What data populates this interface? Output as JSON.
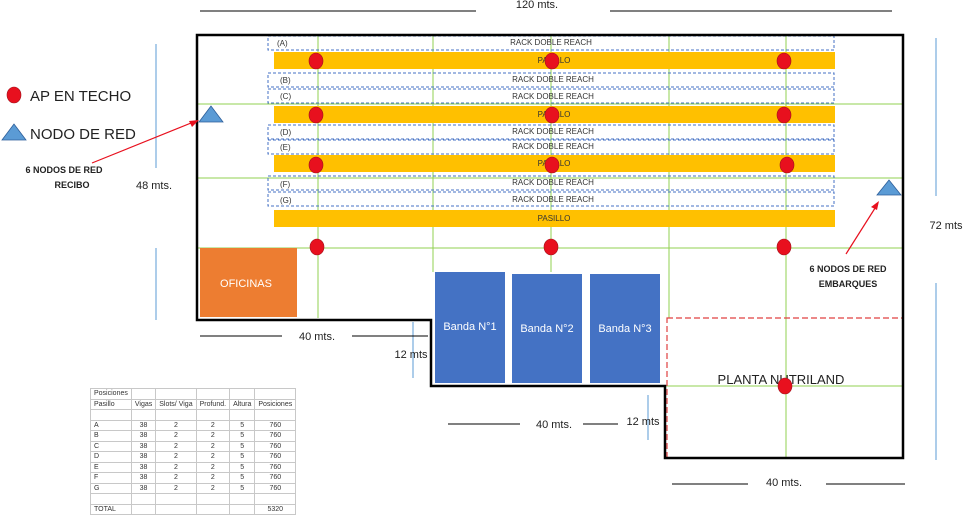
{
  "dimensions": {
    "top_width": "120 mts.",
    "left_height": "48 mts.",
    "right_height": "72 mts",
    "offices_width": "40 mts.",
    "bands_step": "12 mts",
    "bands_width": "40 mts.",
    "plant_step": "12 mts",
    "plant_width": "40 mts."
  },
  "legend": {
    "ap_label": "AP EN TECHO",
    "node_label": "NODO DE RED",
    "ap_color": "#e8101e",
    "node_color": "#5b9bd5"
  },
  "callouts": {
    "receiving": [
      "6 NODOS DE RED",
      "RECIBO"
    ],
    "shipping": [
      "6 NODOS DE RED",
      "EMBARQUES"
    ]
  },
  "racks": [
    {
      "letter": "(A)",
      "label": "RACK DOBLE REACH"
    },
    {
      "letter": "(B)",
      "label": "RACK DOBLE REACH"
    },
    {
      "letter": "(C)",
      "label": "RACK DOBLE REACH"
    },
    {
      "letter": "(D)",
      "label": "RACK DOBLE REACH"
    },
    {
      "letter": "(E)",
      "label": "RACK DOBLE REACH"
    },
    {
      "letter": "(F)",
      "label": "RACK DOBLE REACH"
    },
    {
      "letter": "(G)",
      "label": "RACK DOBLE REACH"
    }
  ],
  "aisles": [
    "PASILLO",
    "PASILLO",
    "PASILLO",
    "PASILLO"
  ],
  "areas": {
    "offices": "OFICINAS",
    "bands": [
      "Banda N°1",
      "Banda N°2",
      "Banda N°3"
    ],
    "plant": "PLANTA NUTRILAND"
  },
  "colors": {
    "aisle": "#ffc000",
    "offices": "#ed7d31",
    "band": "#4472c4",
    "plant_border": "#e04040",
    "grid": "#92d050",
    "rack_border": "#4472c4"
  },
  "table": {
    "caption": "Posiciones",
    "headers": [
      "Pasillo",
      "Vigas",
      "Slots/ Viga",
      "Profund.",
      "Altura",
      "Posiciones"
    ],
    "rows": [
      [
        "A",
        "38",
        "2",
        "2",
        "5",
        "760"
      ],
      [
        "B",
        "38",
        "2",
        "2",
        "5",
        "760"
      ],
      [
        "C",
        "38",
        "2",
        "2",
        "5",
        "760"
      ],
      [
        "D",
        "38",
        "2",
        "2",
        "5",
        "760"
      ],
      [
        "E",
        "38",
        "2",
        "2",
        "5",
        "760"
      ],
      [
        "F",
        "38",
        "2",
        "2",
        "5",
        "760"
      ],
      [
        "G",
        "38",
        "2",
        "2",
        "5",
        "760"
      ]
    ],
    "total_label": "TOTAL",
    "total_value": "5320"
  }
}
